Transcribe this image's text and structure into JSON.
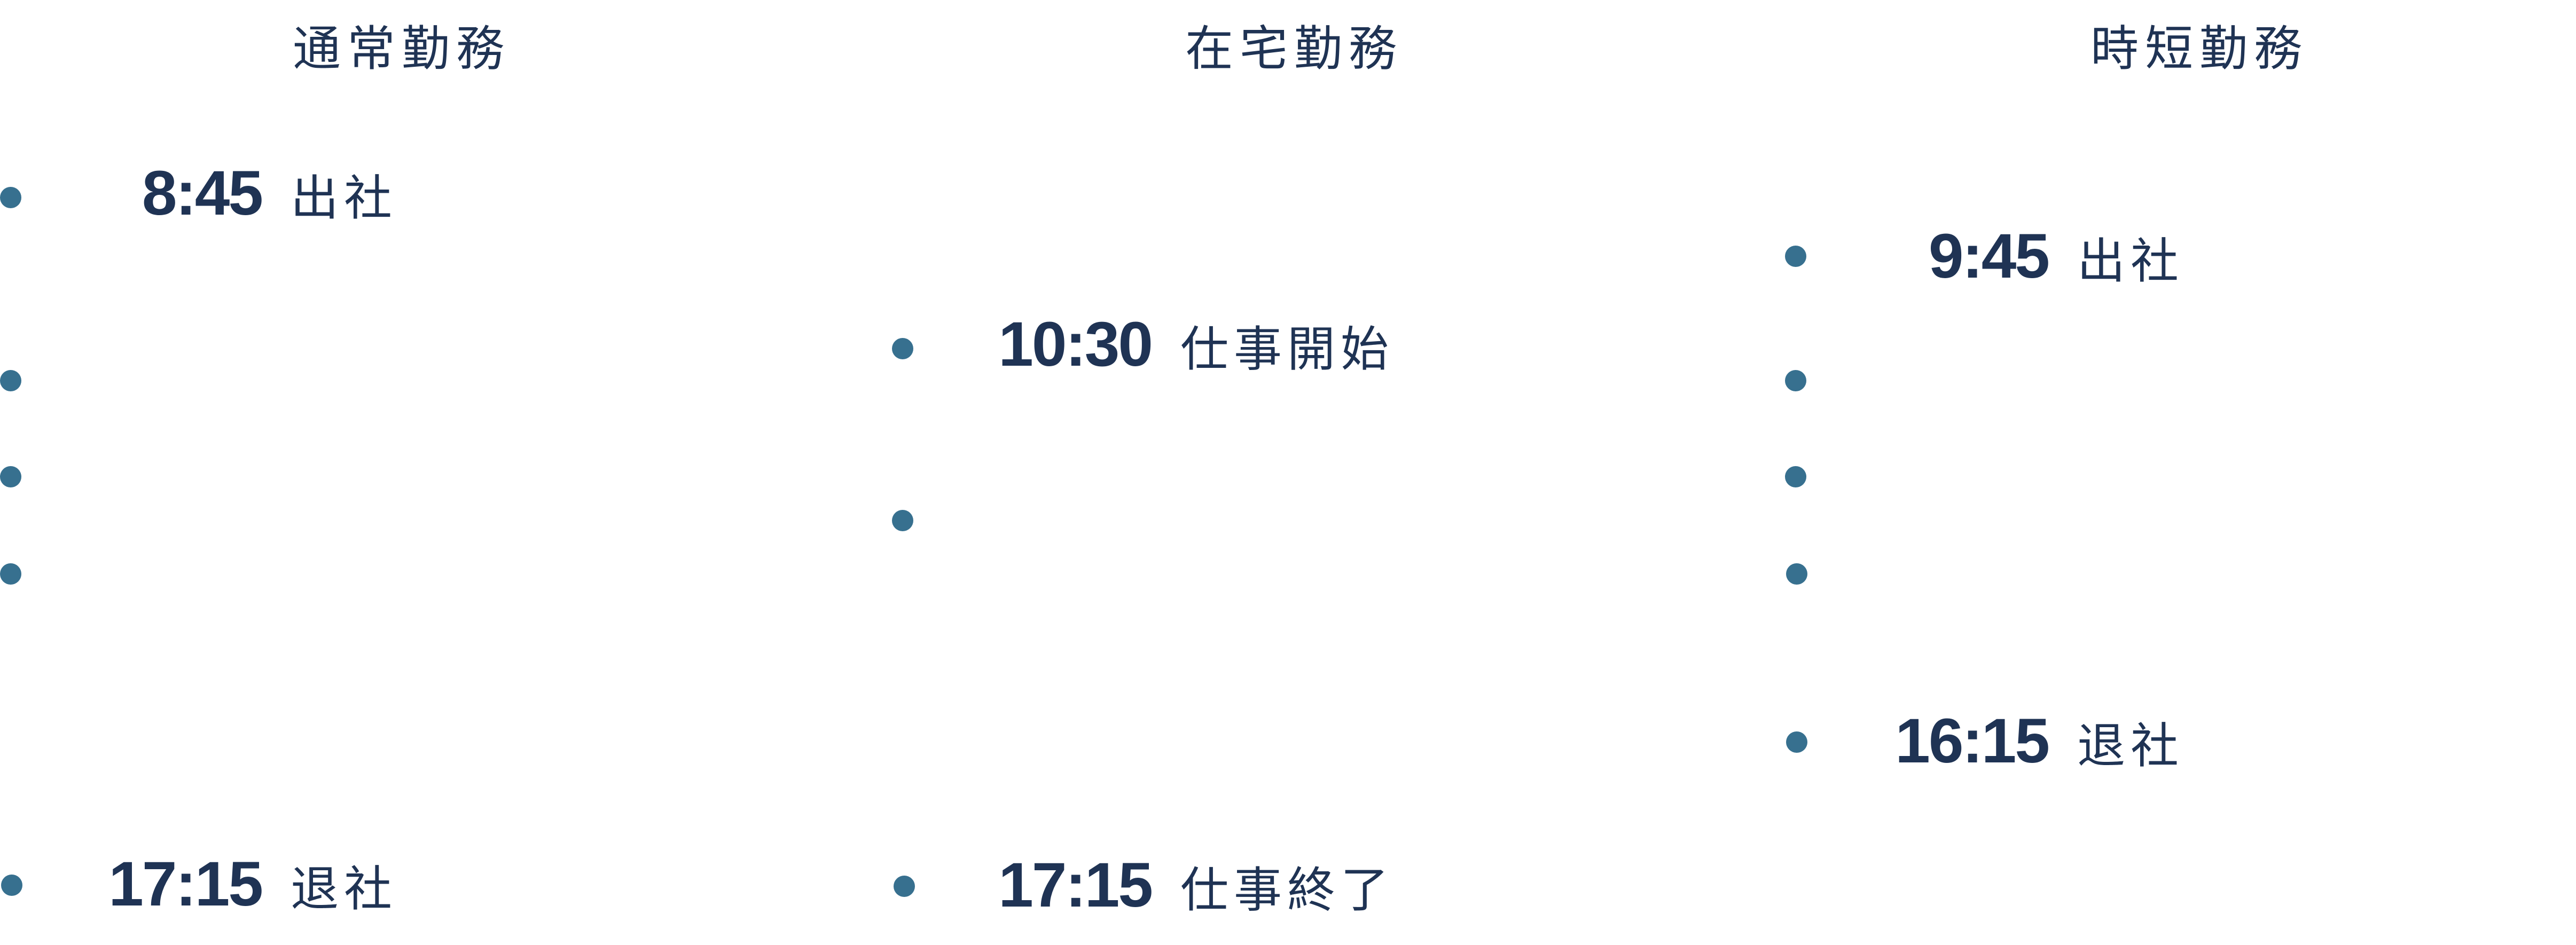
{
  "columns": [
    {
      "title": "通常勤務",
      "entries": [
        {
          "time": "8:45",
          "label": "出社"
        },
        {
          "time": "17:15",
          "label": "退社"
        }
      ]
    },
    {
      "title": "在宅勤務",
      "entries": [
        {
          "time": "10:30",
          "label": "仕事開始"
        },
        {
          "time": "17:15",
          "label": "仕事終了"
        }
      ]
    },
    {
      "title": "時短勤務",
      "entries": [
        {
          "time": "9:45",
          "label": "出社"
        },
        {
          "time": "16:15",
          "label": "退社"
        }
      ]
    }
  ],
  "colors": {
    "text": "#1f3354",
    "dot": "#37708f"
  }
}
